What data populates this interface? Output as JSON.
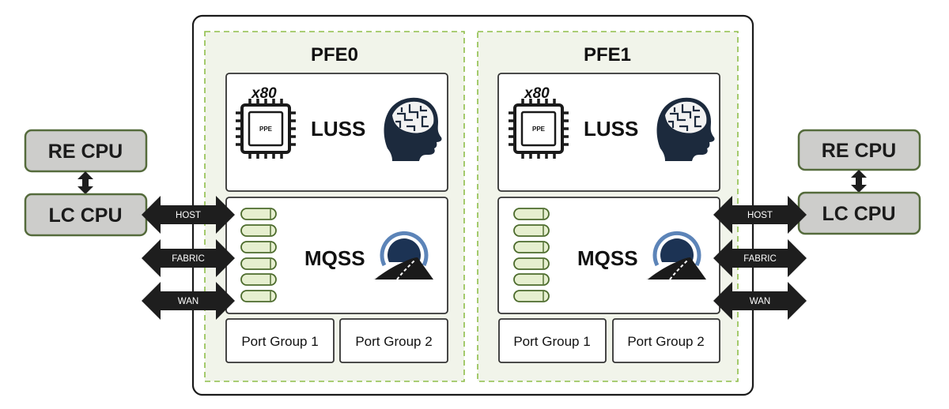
{
  "left_side": {
    "re_cpu": "RE CPU",
    "lc_cpu": "LC CPU",
    "arrows": [
      "HOST",
      "FABRIC",
      "WAN"
    ]
  },
  "right_side": {
    "re_cpu": "RE CPU",
    "lc_cpu": "LC CPU",
    "arrows": [
      "HOST",
      "FABRIC",
      "WAN"
    ]
  },
  "pfes": [
    {
      "title": "PFE0",
      "luss": {
        "multiplier": "x80",
        "chip_label": "PPE",
        "label": "LUSS"
      },
      "mqss": {
        "label": "MQSS"
      },
      "port_groups": [
        "Port Group 1",
        "Port Group 2"
      ]
    },
    {
      "title": "PFE1",
      "luss": {
        "multiplier": "x80",
        "chip_label": "PPE",
        "label": "LUSS"
      },
      "mqss": {
        "label": "MQSS"
      },
      "port_groups": [
        "Port Group 1",
        "Port Group 2"
      ]
    }
  ],
  "colors": {
    "cpu_box_fill": "#cdcdcb",
    "cpu_box_border": "#556b3c",
    "pfe_background": "#f1f4ea",
    "pfe_dashed_border": "#8fbe4a",
    "arrow_fill": "#1e1e1e",
    "queue_fill": "#e6efcf"
  },
  "icons": {
    "chip": "ppe-chip-icon",
    "brain": "brain-head-icon",
    "road": "road-tunnel-icon"
  }
}
